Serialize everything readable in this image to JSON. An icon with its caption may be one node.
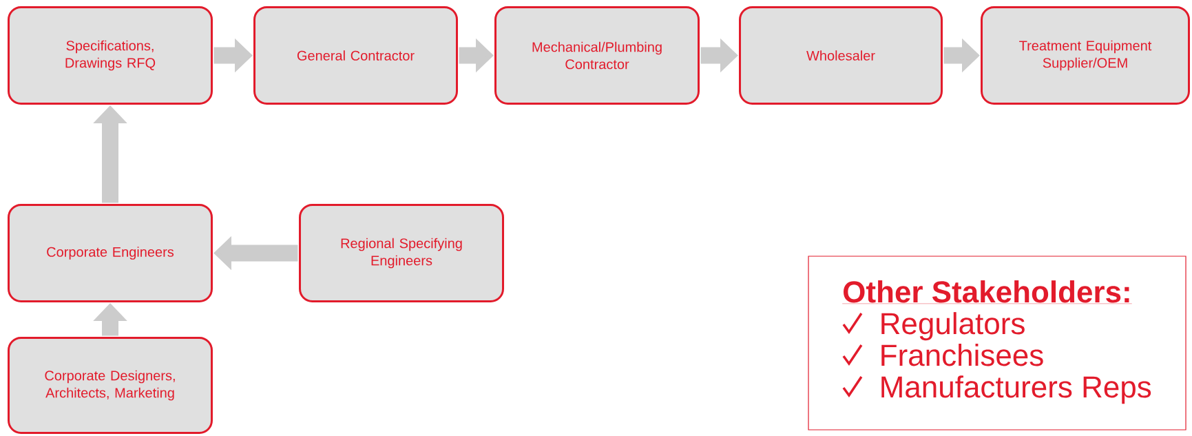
{
  "diagram": {
    "nodes": [
      {
        "text": [
          "Specifications, Drawings RFQ"
        ]
      },
      {
        "text": [
          "General Contractor"
        ]
      },
      {
        "text": [
          "Mechanical/Plumbing Contractor"
        ]
      },
      {
        "text": [
          "Wholesaler"
        ]
      },
      {
        "text": [
          "Treatment Equipment Supplier/OEM"
        ]
      },
      {
        "text": [
          "Corporate Engineers"
        ]
      },
      {
        "text": [
          "Regional Specifying Engineers"
        ]
      },
      {
        "text": [
          "Corporate Designers, Architects, Marketing"
        ]
      },
      {
        "text": [
          "Other Stakeholders:",
          "Regulators",
          "Franchisees",
          "Manufacturers Reps"
        ]
      }
    ],
    "edges": [
      {
        "from": 0,
        "to": 1,
        "arrow": "to"
      },
      {
        "from": 1,
        "to": 2,
        "arrow": "to"
      },
      {
        "from": 2,
        "to": 3,
        "arrow": "to"
      },
      {
        "from": 3,
        "to": 4,
        "arrow": "to"
      },
      {
        "from": 5,
        "to": 0,
        "arrow": "to"
      },
      {
        "from": 6,
        "to": 5,
        "arrow": "to"
      },
      {
        "from": 7,
        "to": 5,
        "arrow": "to"
      }
    ]
  }
}
